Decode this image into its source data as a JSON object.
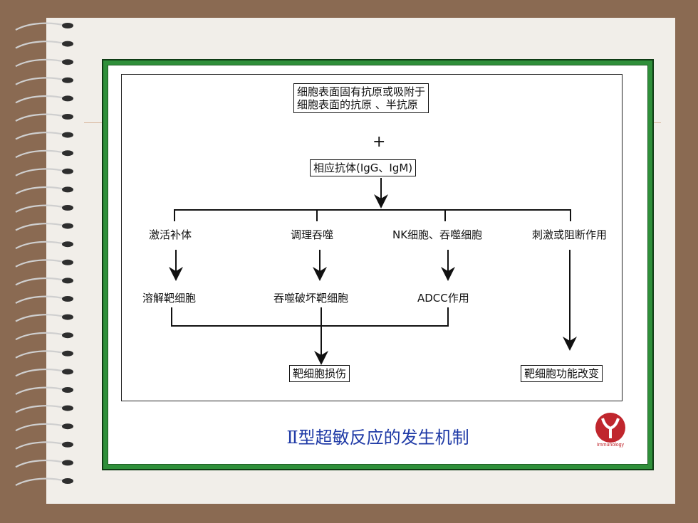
{
  "diagram": {
    "top_box_line1": "细胞表面固有抗原或吸附于",
    "top_box_line2": "细胞表面的抗原 、半抗原",
    "plus": "+",
    "antibody": "相应抗体(IgG、IgM)",
    "branch1": "激活补体",
    "branch2": "调理吞噬",
    "branch3": "NK细胞、吞噬细胞",
    "branch4": "刺激或阻断作用",
    "result1": "溶解靶细胞",
    "result2": "吞噬破坏靶细胞",
    "result3": "ADCC作用",
    "final1": "靶细胞损伤",
    "final2": "靶细胞功能改变"
  },
  "caption": "Ⅱ型超敏反应的发生机制",
  "logo": {
    "text": "Immunology",
    "icon": "immunology-y-logo-icon",
    "color": "#c0262d"
  },
  "colors": {
    "background": "#8a6a52",
    "frame": "#2f8f3a",
    "caption": "#1f3aa6"
  }
}
